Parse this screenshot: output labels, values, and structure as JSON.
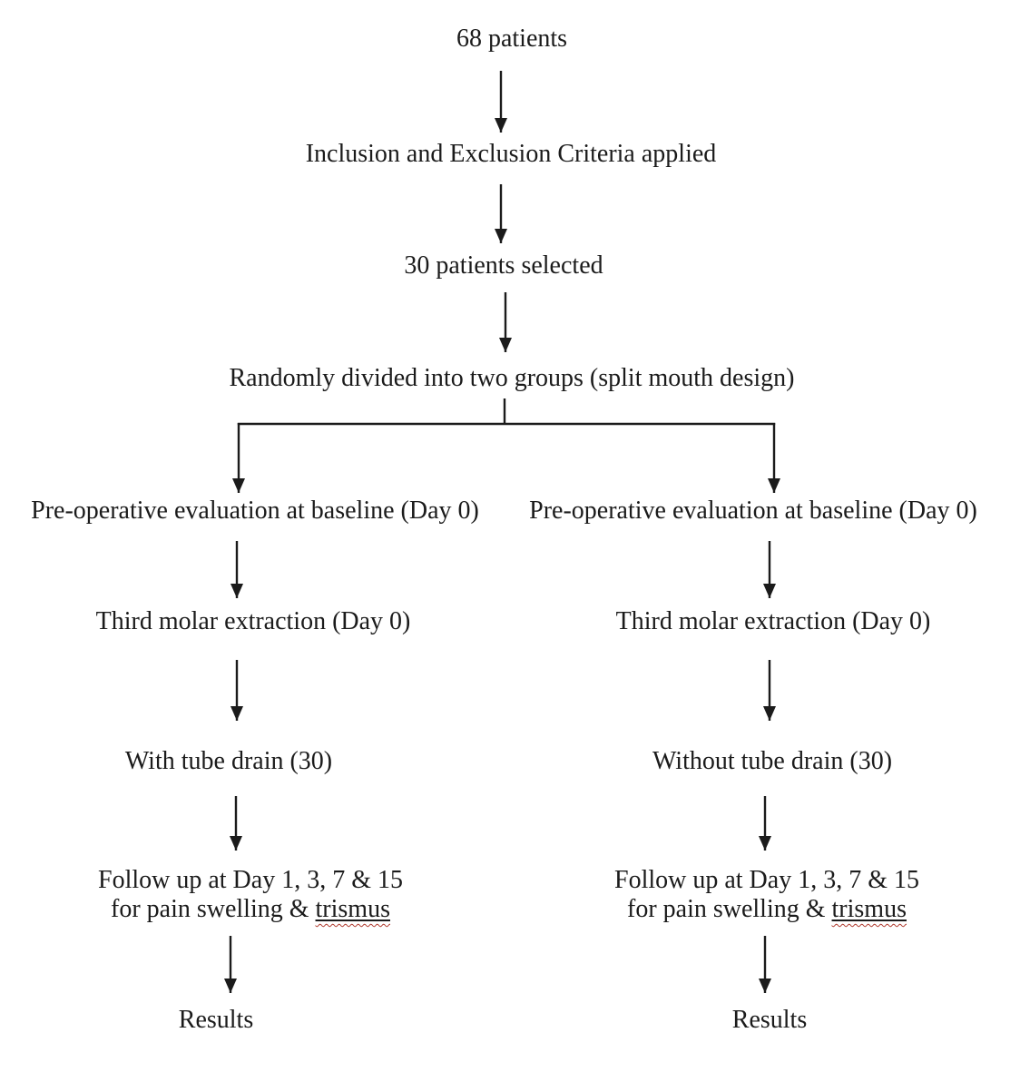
{
  "colors": {
    "text": "#1b1b1b",
    "line": "#1b1b1b",
    "spellcheck_squiggle": "#b03a2e",
    "background": "#ffffff"
  },
  "flowchart": {
    "top": {
      "patients": "68 patients",
      "criteria": "Inclusion and Exclusion Criteria applied",
      "selected": "30 patients selected",
      "randomized": "Randomly divided into two groups (split mouth design)"
    },
    "left_branch": {
      "preop": "Pre-operative evaluation at baseline (Day 0)",
      "extraction": "Third molar extraction (Day 0)",
      "group": "With tube drain (30)",
      "followup_line1": "Follow up at Day 1, 3, 7 & 15",
      "followup_line2_prefix": "for pain swelling & ",
      "followup_underlined_word": "trismus",
      "results": "Results"
    },
    "right_branch": {
      "preop": "Pre-operative evaluation at baseline (Day 0)",
      "extraction": "Third molar extraction (Day 0)",
      "group": "Without tube drain (30)",
      "followup_line1": "Follow up at Day 1, 3, 7 & 15",
      "followup_line2_prefix": "for pain swelling & ",
      "followup_underlined_word": "trismus",
      "results": "Results"
    }
  }
}
